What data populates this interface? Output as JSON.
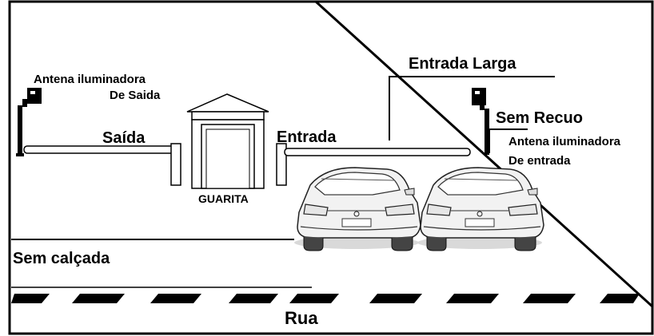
{
  "labels": {
    "antenna_exit_line1": "Antena iluminadora",
    "antenna_exit_line2": "De Saida",
    "exit": "Saída",
    "guardhouse": "GUARITA",
    "entry": "Entrada",
    "wide_entry": "Entrada Larga",
    "no_setback": "Sem Recuo",
    "antenna_entry_line1": "Antena iluminadora",
    "antenna_entry_line2": "De entrada",
    "no_sidewalk": "Sem calçada",
    "street": "Rua"
  },
  "colors": {
    "ink": "#000000",
    "background": "#ffffff",
    "car_body": "#f2f2f2"
  },
  "icons": [
    "antenna-icon",
    "car-icon"
  ]
}
